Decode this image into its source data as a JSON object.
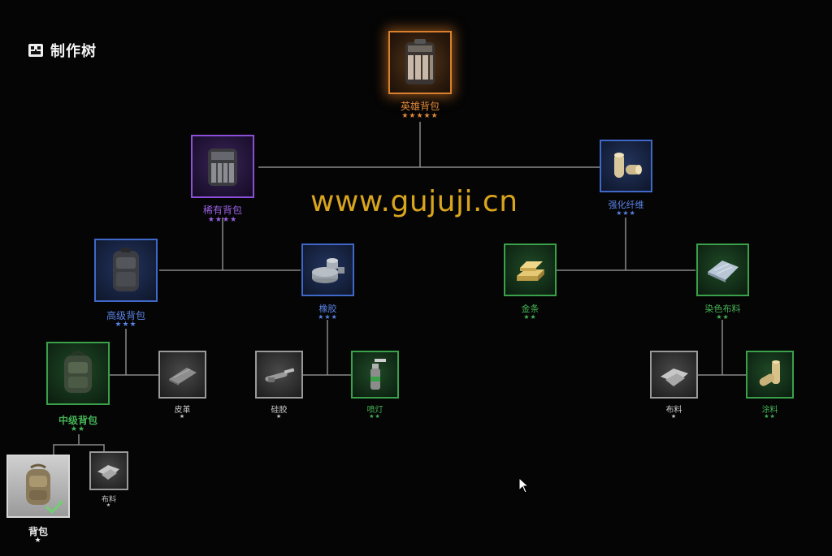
{
  "header": {
    "title": "制作树",
    "icon": "crafting-tree-icon"
  },
  "watermark": "www.gujuji.cn",
  "colors": {
    "legendary": "#d9802e",
    "epic": "#8a4fd6",
    "rare": "#3f68c9",
    "uncommon": "#3aa04a",
    "common": "#9a9a9a"
  },
  "nodes": {
    "hero_backpack": {
      "name": "英雄背包",
      "stars": "★★★★★",
      "rarity": "legendary",
      "icon": "hero-backpack-icon"
    },
    "rare_backpack": {
      "name": "稀有背包",
      "stars": "★★★★",
      "rarity": "epic",
      "icon": "rare-backpack-icon"
    },
    "reinforced_fiber": {
      "name": "强化纤维",
      "stars": "★★★",
      "rarity": "rare",
      "icon": "reinforced-fiber-icon"
    },
    "advanced_backpack": {
      "name": "高级背包",
      "stars": "★★★",
      "rarity": "rare",
      "icon": "advanced-backpack-icon"
    },
    "rubber": {
      "name": "橡胶",
      "stars": "★★★",
      "rarity": "rare",
      "icon": "rubber-icon"
    },
    "gold_bar": {
      "name": "金条",
      "stars": "★★",
      "rarity": "uncommon",
      "icon": "gold-bar-icon"
    },
    "dyed_cloth": {
      "name": "染色布料",
      "stars": "★★",
      "rarity": "uncommon",
      "icon": "dyed-cloth-icon"
    },
    "mid_backpack": {
      "name": "中级背包",
      "stars": "★★",
      "rarity": "uncommon",
      "icon": "mid-backpack-icon"
    },
    "leather": {
      "name": "皮革",
      "stars": "★",
      "rarity": "common",
      "icon": "leather-icon"
    },
    "silicone": {
      "name": "硅胶",
      "stars": "★",
      "rarity": "common",
      "icon": "silicone-icon"
    },
    "spray_lamp": {
      "name": "喷灯",
      "stars": "★★",
      "rarity": "uncommon",
      "icon": "spray-lamp-icon"
    },
    "cloth_right": {
      "name": "布料",
      "stars": "★",
      "rarity": "common",
      "icon": "cloth-icon"
    },
    "paint": {
      "name": "涂料",
      "stars": "★★",
      "rarity": "uncommon",
      "icon": "paint-icon"
    },
    "backpack": {
      "name": "背包",
      "stars": "★",
      "rarity": "common",
      "owned": true,
      "icon": "backpack-icon"
    },
    "cloth_small": {
      "name": "布料",
      "stars": "★",
      "rarity": "common",
      "icon": "cloth-icon"
    }
  }
}
